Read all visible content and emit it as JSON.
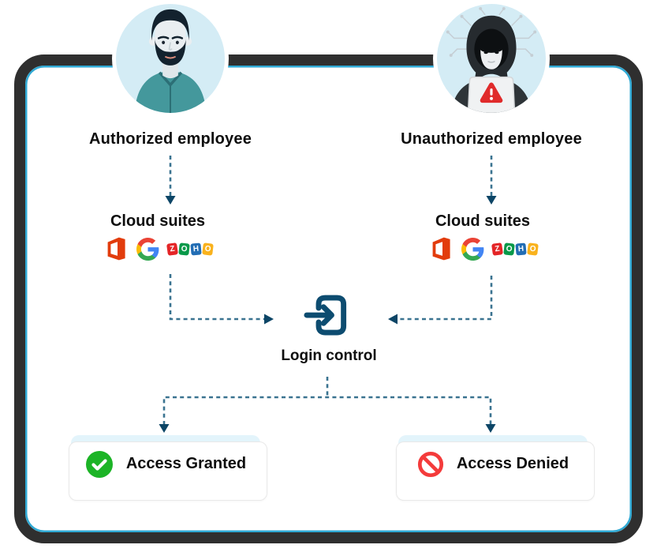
{
  "diagram": {
    "authorized": {
      "label": "Authorized employee",
      "cloud_label": "Cloud suites"
    },
    "unauthorized": {
      "label": "Unauthorized employee",
      "cloud_label": "Cloud suites"
    },
    "login": {
      "label": "Login control"
    },
    "outcomes": {
      "granted": "Access Granted",
      "denied": "Access Denied"
    },
    "zoho_letters": [
      "Z",
      "O",
      "H",
      "O"
    ]
  },
  "icons": {
    "authorized-avatar-icon": "bearded-man-illustration",
    "hacker-avatar-icon": "hooded-hacker-with-laptop",
    "office-icon": "microsoft-office-logo",
    "google-icon": "google-g-logo",
    "zoho-icon": "zoho-letter-tiles",
    "login-icon": "arrow-into-door",
    "check-icon": "white-check-on-green-circle",
    "blocked-icon": "red-prohibition-sign",
    "warning-icon": "red-alert-triangle"
  },
  "colors": {
    "frame_border": "#2f2f2f",
    "frame_line": "#2fa9d4",
    "avatar_bg": "#d4ecf5",
    "dash": "#3a7390",
    "arrow_head": "#0c4566",
    "login_icon": "#0d4c70",
    "box_bg": "#e3f4fb",
    "green": "#1cb426",
    "red": "#f43b3b",
    "text": "#0d0d0d",
    "zoho_z": "#e42527",
    "zoho_o1": "#089949",
    "zoho_h": "#226db4",
    "zoho_o2": "#f9b21d"
  }
}
